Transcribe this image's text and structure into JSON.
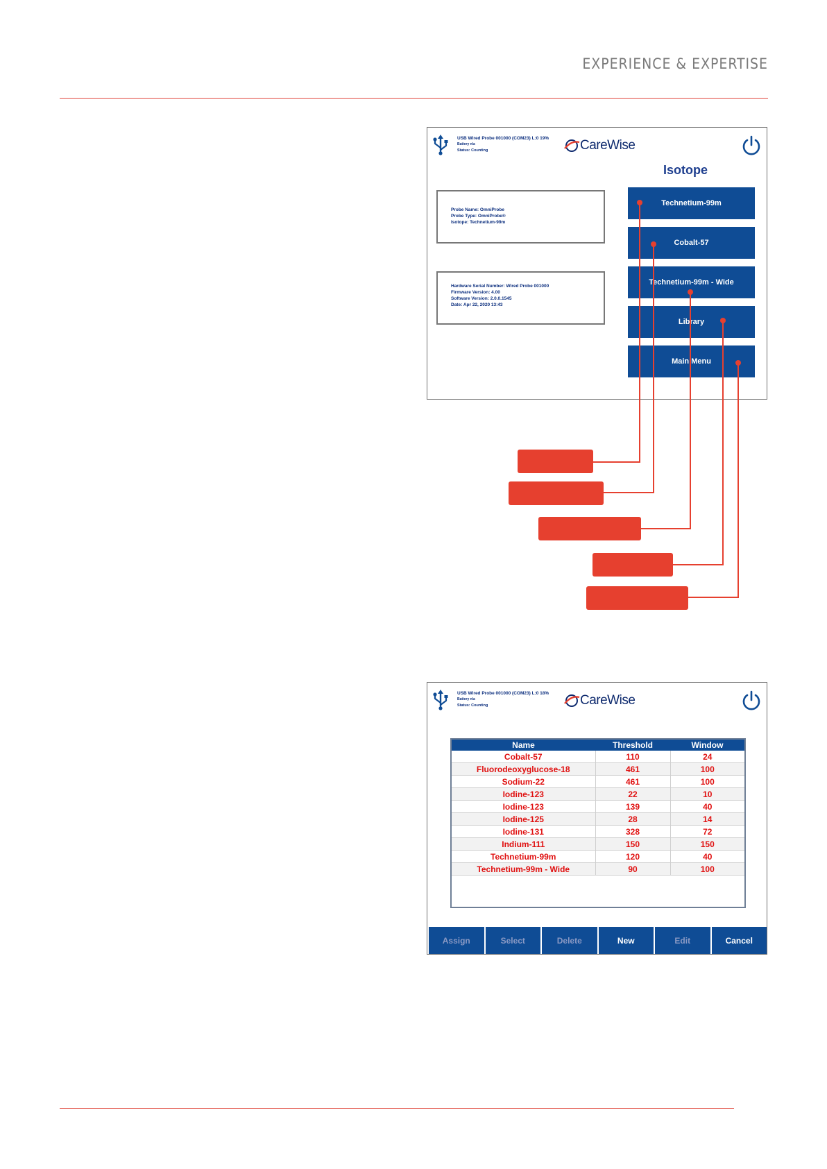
{
  "header": {
    "title": "EXPERIENCE & EXPERTISE"
  },
  "colors": {
    "accent": "#e0463b",
    "brand_blue": "#0f4c95",
    "value_red": "#e01010"
  },
  "screen1": {
    "status": {
      "line1": "USB Wired Probe 001000 (COM23) L:0 19%",
      "line2": "Battery n/a",
      "line3": "Status: Counting"
    },
    "logo": "CareWise",
    "heading": "Isotope",
    "buttons": [
      "Technetium-99m",
      "Cobalt-57",
      "Technetium-99m - Wide",
      "Library",
      "Main Menu"
    ],
    "probe_info": [
      "Probe Name: OmniProbe",
      "Probe Type: OmniProbe®",
      "Isotope: Technetium-99m"
    ],
    "hardware_info": [
      "Hardware Serial Number: Wired Probe 001000",
      "Firmware Version: 4.00",
      "Software Version: 2.0.0.1545",
      "Date: Apr 22, 2020 13:43"
    ]
  },
  "screen2": {
    "status": {
      "line1": "USB Wired Probe 001000 (COM23) L:0 18%",
      "line2": "Battery n/a",
      "line3": "Status: Counting"
    },
    "logo": "CareWise",
    "table": {
      "headers": [
        "Name",
        "Threshold",
        "Window"
      ],
      "rows": [
        [
          "Cobalt-57",
          "110",
          "24"
        ],
        [
          "Fluorodeoxyglucose-18",
          "461",
          "100"
        ],
        [
          "Sodium-22",
          "461",
          "100"
        ],
        [
          "Iodine-123",
          "22",
          "10"
        ],
        [
          "Iodine-123",
          "139",
          "40"
        ],
        [
          "Iodine-125",
          "28",
          "14"
        ],
        [
          "Iodine-131",
          "328",
          "72"
        ],
        [
          "Indium-111",
          "150",
          "150"
        ],
        [
          "Technetium-99m",
          "120",
          "40"
        ],
        [
          "Technetium-99m - Wide",
          "90",
          "100"
        ]
      ]
    },
    "buttons": [
      {
        "label": "Assign",
        "enabled": false
      },
      {
        "label": "Select",
        "enabled": false
      },
      {
        "label": "Delete",
        "enabled": false
      },
      {
        "label": "New",
        "enabled": true
      },
      {
        "label": "Edit",
        "enabled": false
      },
      {
        "label": "Cancel",
        "enabled": true
      }
    ]
  }
}
